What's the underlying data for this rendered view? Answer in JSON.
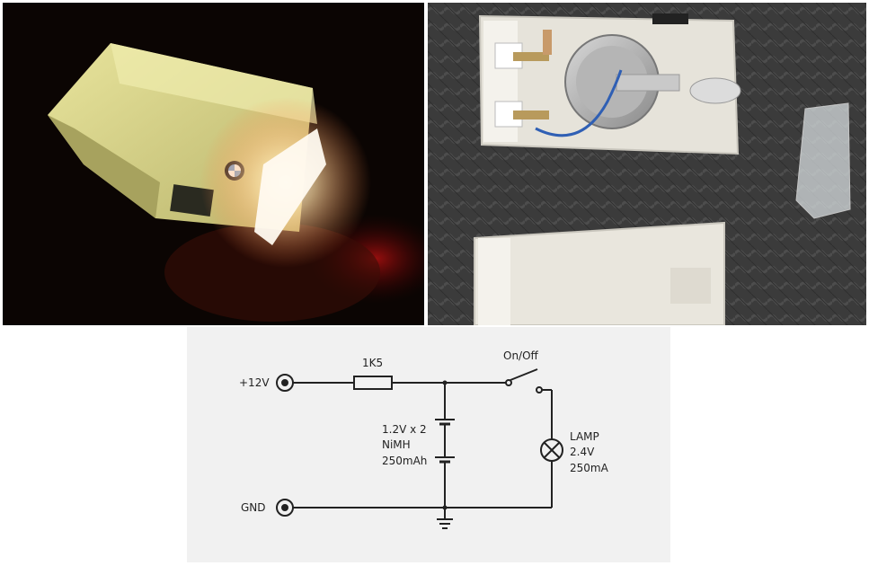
{
  "photos": {
    "left": {
      "subject": "illuminated-inspection-lamp",
      "colors": {
        "background": "#0b0503",
        "housing": "#dcd890",
        "glow": "#fff4d6"
      }
    },
    "right": {
      "subject": "disassembled-lamp-housing",
      "colors": {
        "background": "#3a3a3a",
        "housing": "#e6e3da"
      }
    }
  },
  "schematic": {
    "colors": {
      "background": "#f1f1f1",
      "wire": "#222222"
    },
    "terminals": {
      "positive": "+12V",
      "ground": "GND"
    },
    "resistor": {
      "value": "1K5"
    },
    "switch": {
      "label": "On/Off"
    },
    "battery": {
      "line1": "1.2V x 2",
      "line2": "NiMH",
      "line3": "250mAh"
    },
    "lamp": {
      "line1": "LAMP",
      "line2": "2.4V",
      "line3": "250mA"
    }
  }
}
